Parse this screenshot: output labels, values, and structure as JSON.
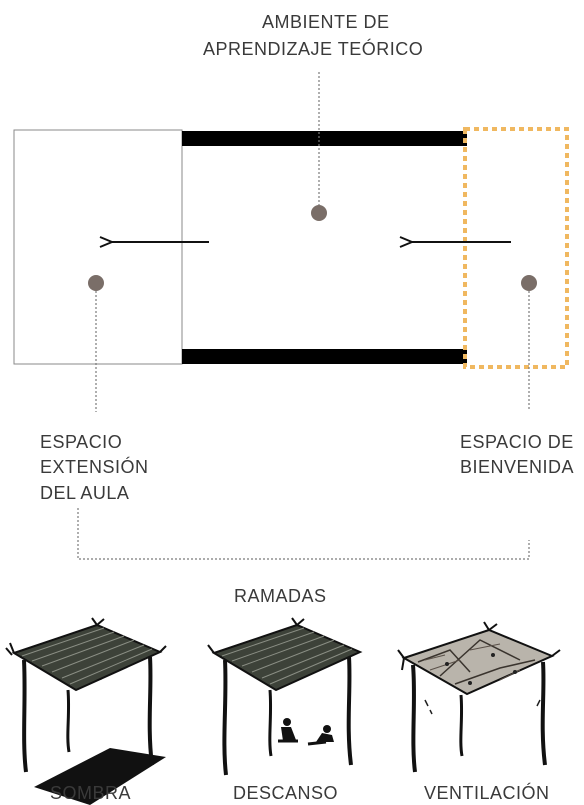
{
  "labels": {
    "theory_line1": "AMBIENTE DE",
    "theory_line2": "APRENDIZAJE TEÓRICO",
    "extension_line1": "ESPACIO",
    "extension_line2": "EXTENSIÓN",
    "extension_line3": "DEL AULA",
    "welcome_line1": "ESPACIO DE",
    "welcome_line2": "BIENVENIDA",
    "ramadas_title": "RAMADAS"
  },
  "ramadas": [
    {
      "caption": "SOMBRA",
      "icon": "pergola-shade-icon"
    },
    {
      "caption": "DESCANSO",
      "icon": "pergola-rest-icon"
    },
    {
      "caption": "VENTILACIÓN",
      "icon": "pergola-ventilation-icon"
    }
  ],
  "colors": {
    "text": "#3a3a3a",
    "wall": "#000000",
    "dot": "#7a6e68",
    "dotted_line": "#7a7a7a",
    "welcome_dashed": "#f0b860",
    "box_outline": "#8a8a8a"
  }
}
